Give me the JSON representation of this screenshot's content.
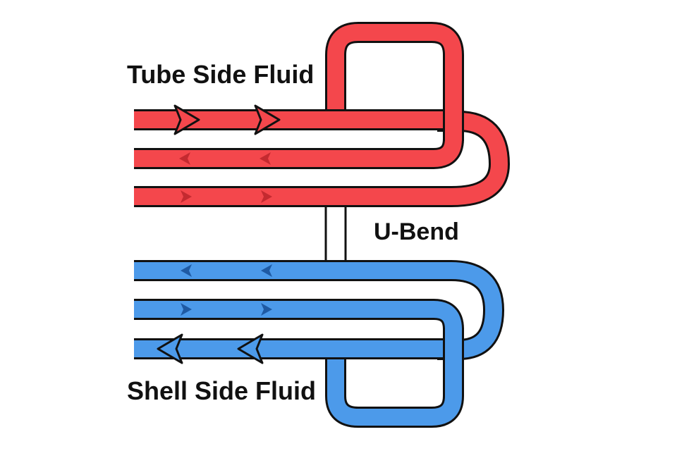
{
  "diagram": {
    "labels": {
      "tube_side": "Tube Side Fluid",
      "u_bend": "U-Bend",
      "shell_side": "Shell Side Fluid"
    },
    "colors": {
      "tube_fluid": "#f4474c",
      "shell_fluid": "#4c9aea",
      "outline": "#111111",
      "tube_arrow_small": "#c42a30",
      "shell_arrow_small": "#1f5aa3",
      "background": "#ffffff"
    },
    "icons": {
      "flow_arrow_large": "open-chevron-arrow",
      "flow_arrow_small": "small-chevron-arrow"
    }
  }
}
